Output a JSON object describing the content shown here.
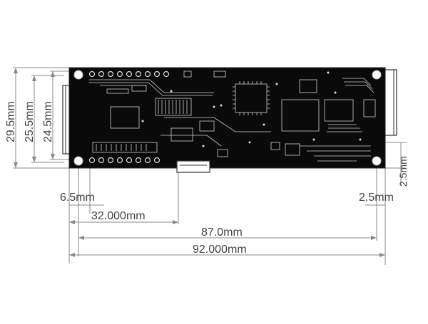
{
  "drawing": {
    "board_color": "#0a0a0a",
    "trace_color": "#d9d9d9",
    "line_color": "#777777",
    "dimensions": {
      "height_outer": "29.5mm",
      "height_connector": "25.5mm",
      "height_inner": "24.5mm",
      "offset_right": "2.5mm",
      "offset_left": "6.5mm",
      "offset_bottom_right": "2.5mm",
      "width_header": "32.000mm",
      "width_holes": "87.0mm",
      "width_total": "92.000mm"
    }
  }
}
